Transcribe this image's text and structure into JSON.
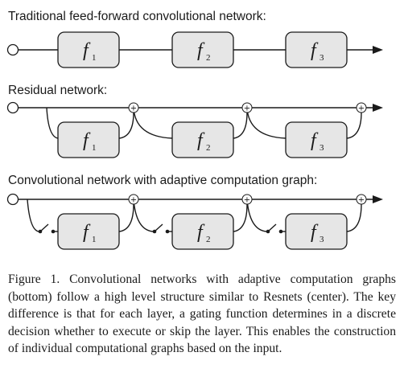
{
  "colors": {
    "box_fill": "#e6e6e6",
    "stroke": "#1a1a1a",
    "background": "#ffffff"
  },
  "icons": {
    "input": "hollow-circle-icon",
    "output": "arrowhead-icon",
    "sum": "circled-plus-icon",
    "gate": "switch-icon"
  },
  "diagram": {
    "sections": [
      {
        "title": "Traditional feed-forward convolutional network:",
        "blocks": [
          {
            "letter": "f",
            "sub": "1"
          },
          {
            "letter": "f",
            "sub": "2"
          },
          {
            "letter": "f",
            "sub": "3"
          }
        ]
      },
      {
        "title": "Residual network:",
        "plus_symbol": "+",
        "blocks": [
          {
            "letter": "f",
            "sub": "1"
          },
          {
            "letter": "f",
            "sub": "2"
          },
          {
            "letter": "f",
            "sub": "3"
          }
        ]
      },
      {
        "title": "Convolutional network with adaptive computation graph:",
        "plus_symbol": "+",
        "blocks": [
          {
            "letter": "f",
            "sub": "1"
          },
          {
            "letter": "f",
            "sub": "2"
          },
          {
            "letter": "f",
            "sub": "3"
          }
        ]
      }
    ]
  },
  "caption": "Figure 1. Convolutional networks with adaptive computation graphs (bottom) follow a high level structure similar to Resnets (center). The key difference is that for each layer, a gating function determines in a discrete decision whether to execute or skip the layer. This enables the construction of individual computational graphs based on the input."
}
